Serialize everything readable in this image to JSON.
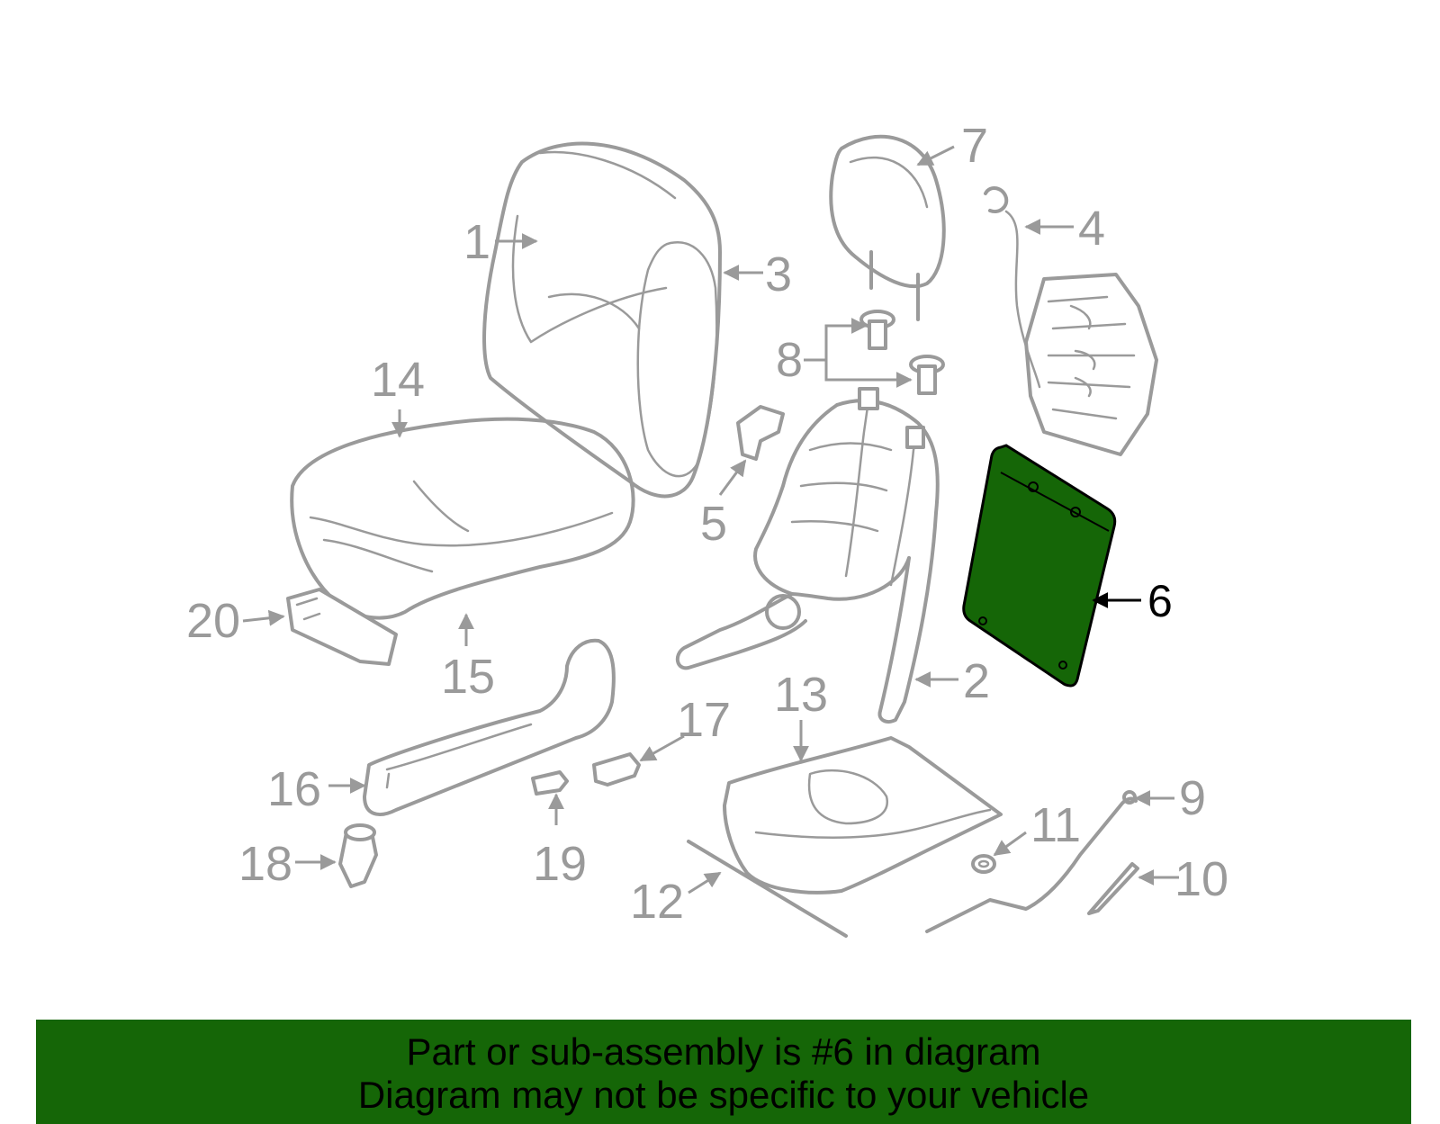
{
  "diagram": {
    "highlight_color": "#156607",
    "part_color": "#9a9a9a",
    "callouts": {
      "c1": "1",
      "c2": "2",
      "c3": "3",
      "c4": "4",
      "c5": "5",
      "c6": "6",
      "c7": "7",
      "c8": "8",
      "c9": "9",
      "c10": "10",
      "c11": "11",
      "c12": "12",
      "c13": "13",
      "c14": "14",
      "c15": "15",
      "c16": "16",
      "c17": "17",
      "c18": "18",
      "c19": "19",
      "c20": "20"
    }
  },
  "banner": {
    "line1": "Part or sub-assembly is #6 in diagram",
    "line2": "Diagram may not be specific to your vehicle"
  }
}
